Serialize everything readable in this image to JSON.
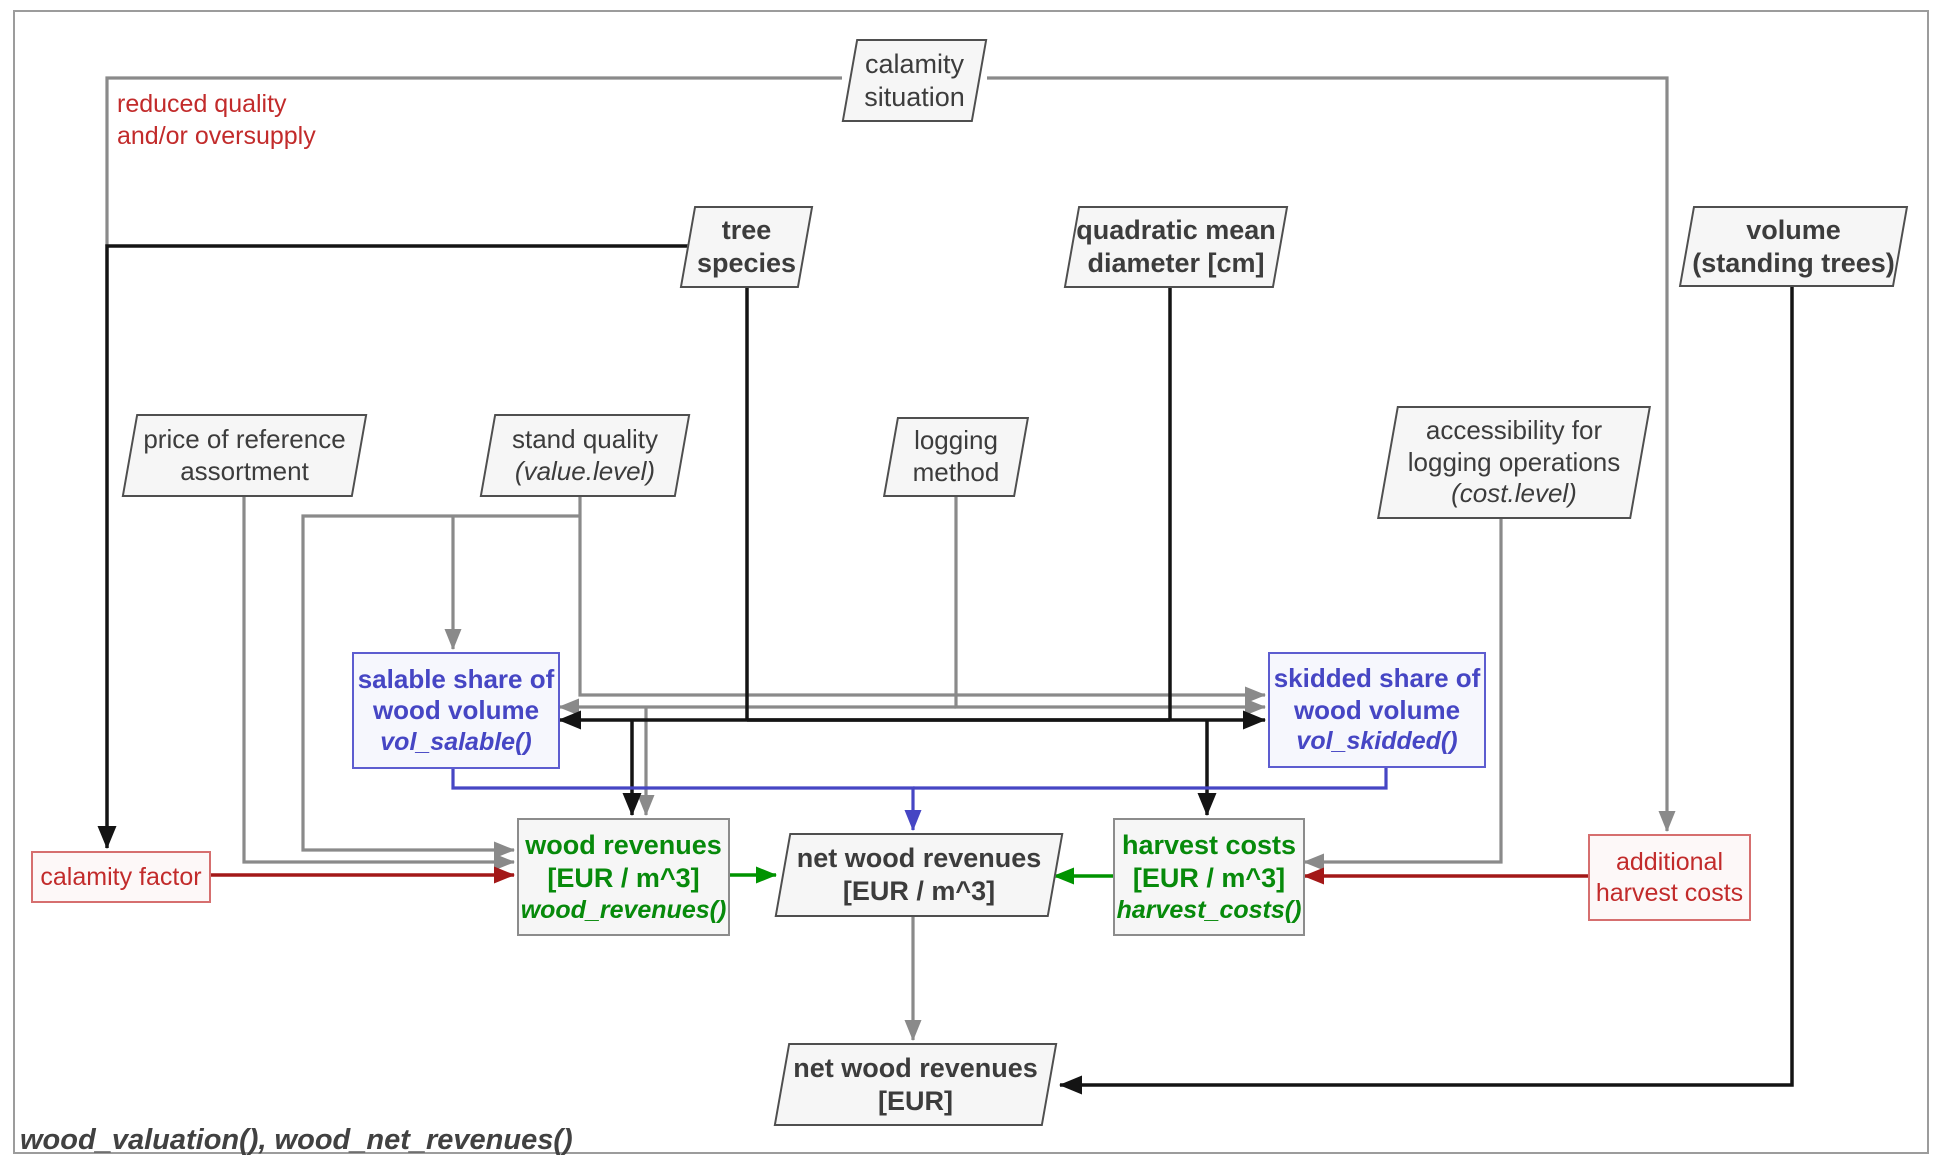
{
  "diagram": {
    "caption": "wood_valuation(), wood_net_revenues()",
    "annotation": [
      "reduced quality",
      "and/or oversupply"
    ],
    "nodes": {
      "calamity_situation": {
        "lines": [
          "calamity",
          "situation"
        ]
      },
      "tree_species": {
        "lines": [
          "tree",
          "species"
        ]
      },
      "quadratic_mean_diameter": {
        "lines": [
          "quadratic mean",
          "diameter [cm]"
        ]
      },
      "volume_standing_trees": {
        "lines": [
          "volume",
          "(standing trees)"
        ]
      },
      "price_reference_assortment": {
        "lines": [
          "price of reference",
          "assortment"
        ]
      },
      "stand_quality": {
        "lines": [
          "stand quality",
          "(value.level)"
        ]
      },
      "logging_method": {
        "lines": [
          "logging",
          "method"
        ]
      },
      "accessibility": {
        "lines": [
          "accessibility for",
          "logging operations",
          "(cost.level)"
        ]
      },
      "vol_salable": {
        "lines": [
          "salable share of",
          "wood volume",
          "vol_salable()"
        ]
      },
      "vol_skidded": {
        "lines": [
          "skidded share of",
          "wood volume",
          "vol_skidded()"
        ]
      },
      "calamity_factor": {
        "lines": [
          "calamity factor"
        ]
      },
      "wood_revenues": {
        "lines": [
          "wood revenues",
          "[EUR / m^3]",
          "wood_revenues()"
        ]
      },
      "harvest_costs": {
        "lines": [
          "harvest costs",
          "[EUR / m^3]",
          "harvest_costs()"
        ]
      },
      "additional_harvest_costs": {
        "lines": [
          "additional",
          "harvest costs"
        ]
      },
      "net_wood_revenues_m3": {
        "lines": [
          "net wood revenues",
          "[EUR / m^3]"
        ]
      },
      "net_wood_revenues_eur": {
        "lines": [
          "net wood revenues",
          "[EUR]"
        ]
      }
    },
    "palette": {
      "gray_line": "#8a8a8a",
      "black_line": "#141414",
      "blue_line": "#4646c4",
      "red_line": "#a31818",
      "green_line": "#009300",
      "red_text": "#c22b2b",
      "blue_text": "#4646c4",
      "green_text": "#078a0b",
      "node_fill": "#f6f6f6"
    }
  }
}
